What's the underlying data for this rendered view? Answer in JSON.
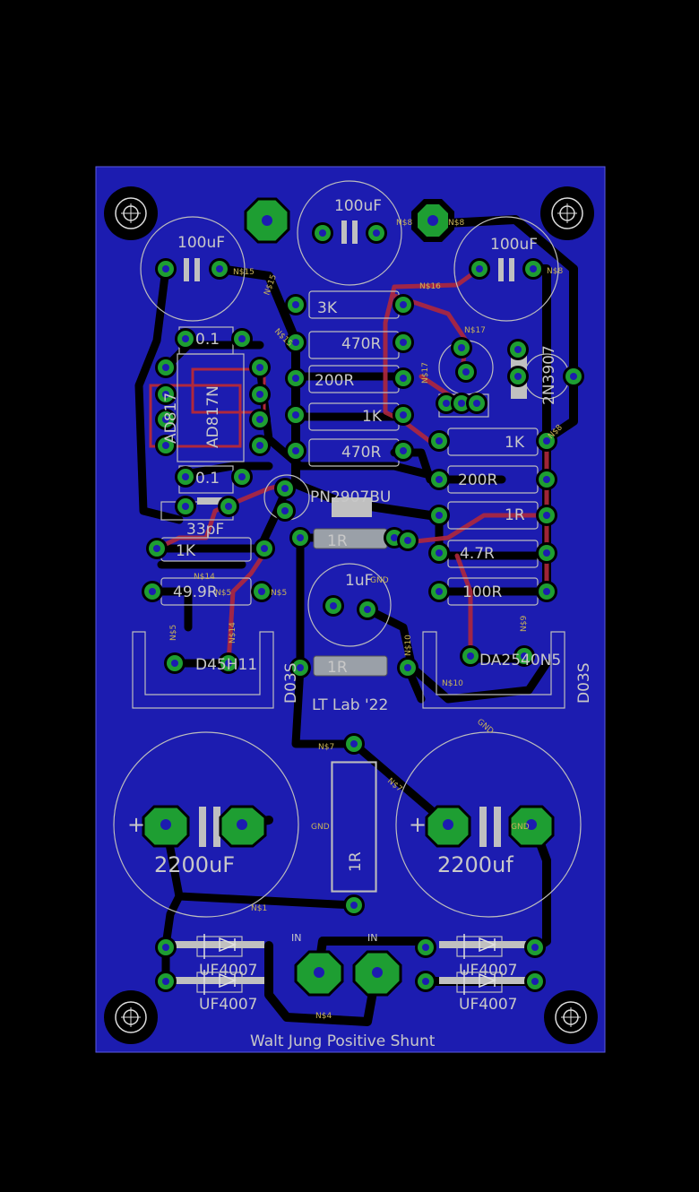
{
  "colors": {
    "board": "#1c1cb0",
    "copper_bottom": "#000000",
    "copper_top": "#b0283c",
    "pad_ring": "#1e9e32",
    "silkscreen": "#c8c8c8",
    "net_label": "#c9b458"
  },
  "board": {
    "title": "Walt Jung Positive Shunt",
    "lab_mark": "LT Lab '22"
  },
  "parts": {
    "c_100uF_left": "100uF",
    "c_100uF_top": "100uF",
    "c_100uF_right": "100uF",
    "r_3k": "3K",
    "r_470_a": "470R",
    "r_200_a": "200R",
    "r_1k_a": "1K",
    "r_470_b": "470R",
    "c_01_a": "0.1",
    "c_01_b": "0.1",
    "ic_ad817_a": "AD817",
    "ic_ad817_b": "AD817N",
    "q_2n3907": "2N3907",
    "r_1k_b": "1K",
    "r_200_b": "200R",
    "q_pn2907": "PN2907BU",
    "c_33pF": "33pF",
    "r_1k_c": "1K",
    "r_1r_a": "1R",
    "r_1r_b": "1R",
    "r_47": "4.7R",
    "r_499": "49.9R",
    "r_100": "100R",
    "c_1uF": "1uF",
    "d_d45h11": "D45H11",
    "d_da2540": "DA2540N5",
    "hs_left": "D03S",
    "hs_right": "D03S",
    "r_1r_c": "1R",
    "r_1r_d": "1R",
    "c_2200_left": "2200uF",
    "c_2200_right": "2200uf",
    "d_uf4007_1": "UF4007",
    "d_uf4007_2": "UF4007",
    "d_uf4007_3": "UF4007",
    "d_uf4007_4": "UF4007",
    "in_a": "IN",
    "in_b": "IN"
  },
  "nets": {
    "n15a": "N$15",
    "n15b": "N$15",
    "n15c": "N$15",
    "n8a": "N$8",
    "n8b": "N$8",
    "n8c": "N$8",
    "n8d": "N$8",
    "n16": "N$16",
    "n17a": "N$17",
    "n17b": "N$17",
    "n14a": "N$14",
    "n14b": "N$14",
    "n5a": "N$5",
    "n5b": "N$5",
    "n5c": "N$5",
    "n9": "N$9",
    "n10a": "N$10",
    "n10b": "N$10",
    "n7a": "N$7",
    "n7b": "N$7",
    "n1": "N$1",
    "n4": "N$4",
    "gnd_a": "GND",
    "gnd_b": "GND",
    "gnd_c": "GND",
    "gnd_d": "GND"
  }
}
